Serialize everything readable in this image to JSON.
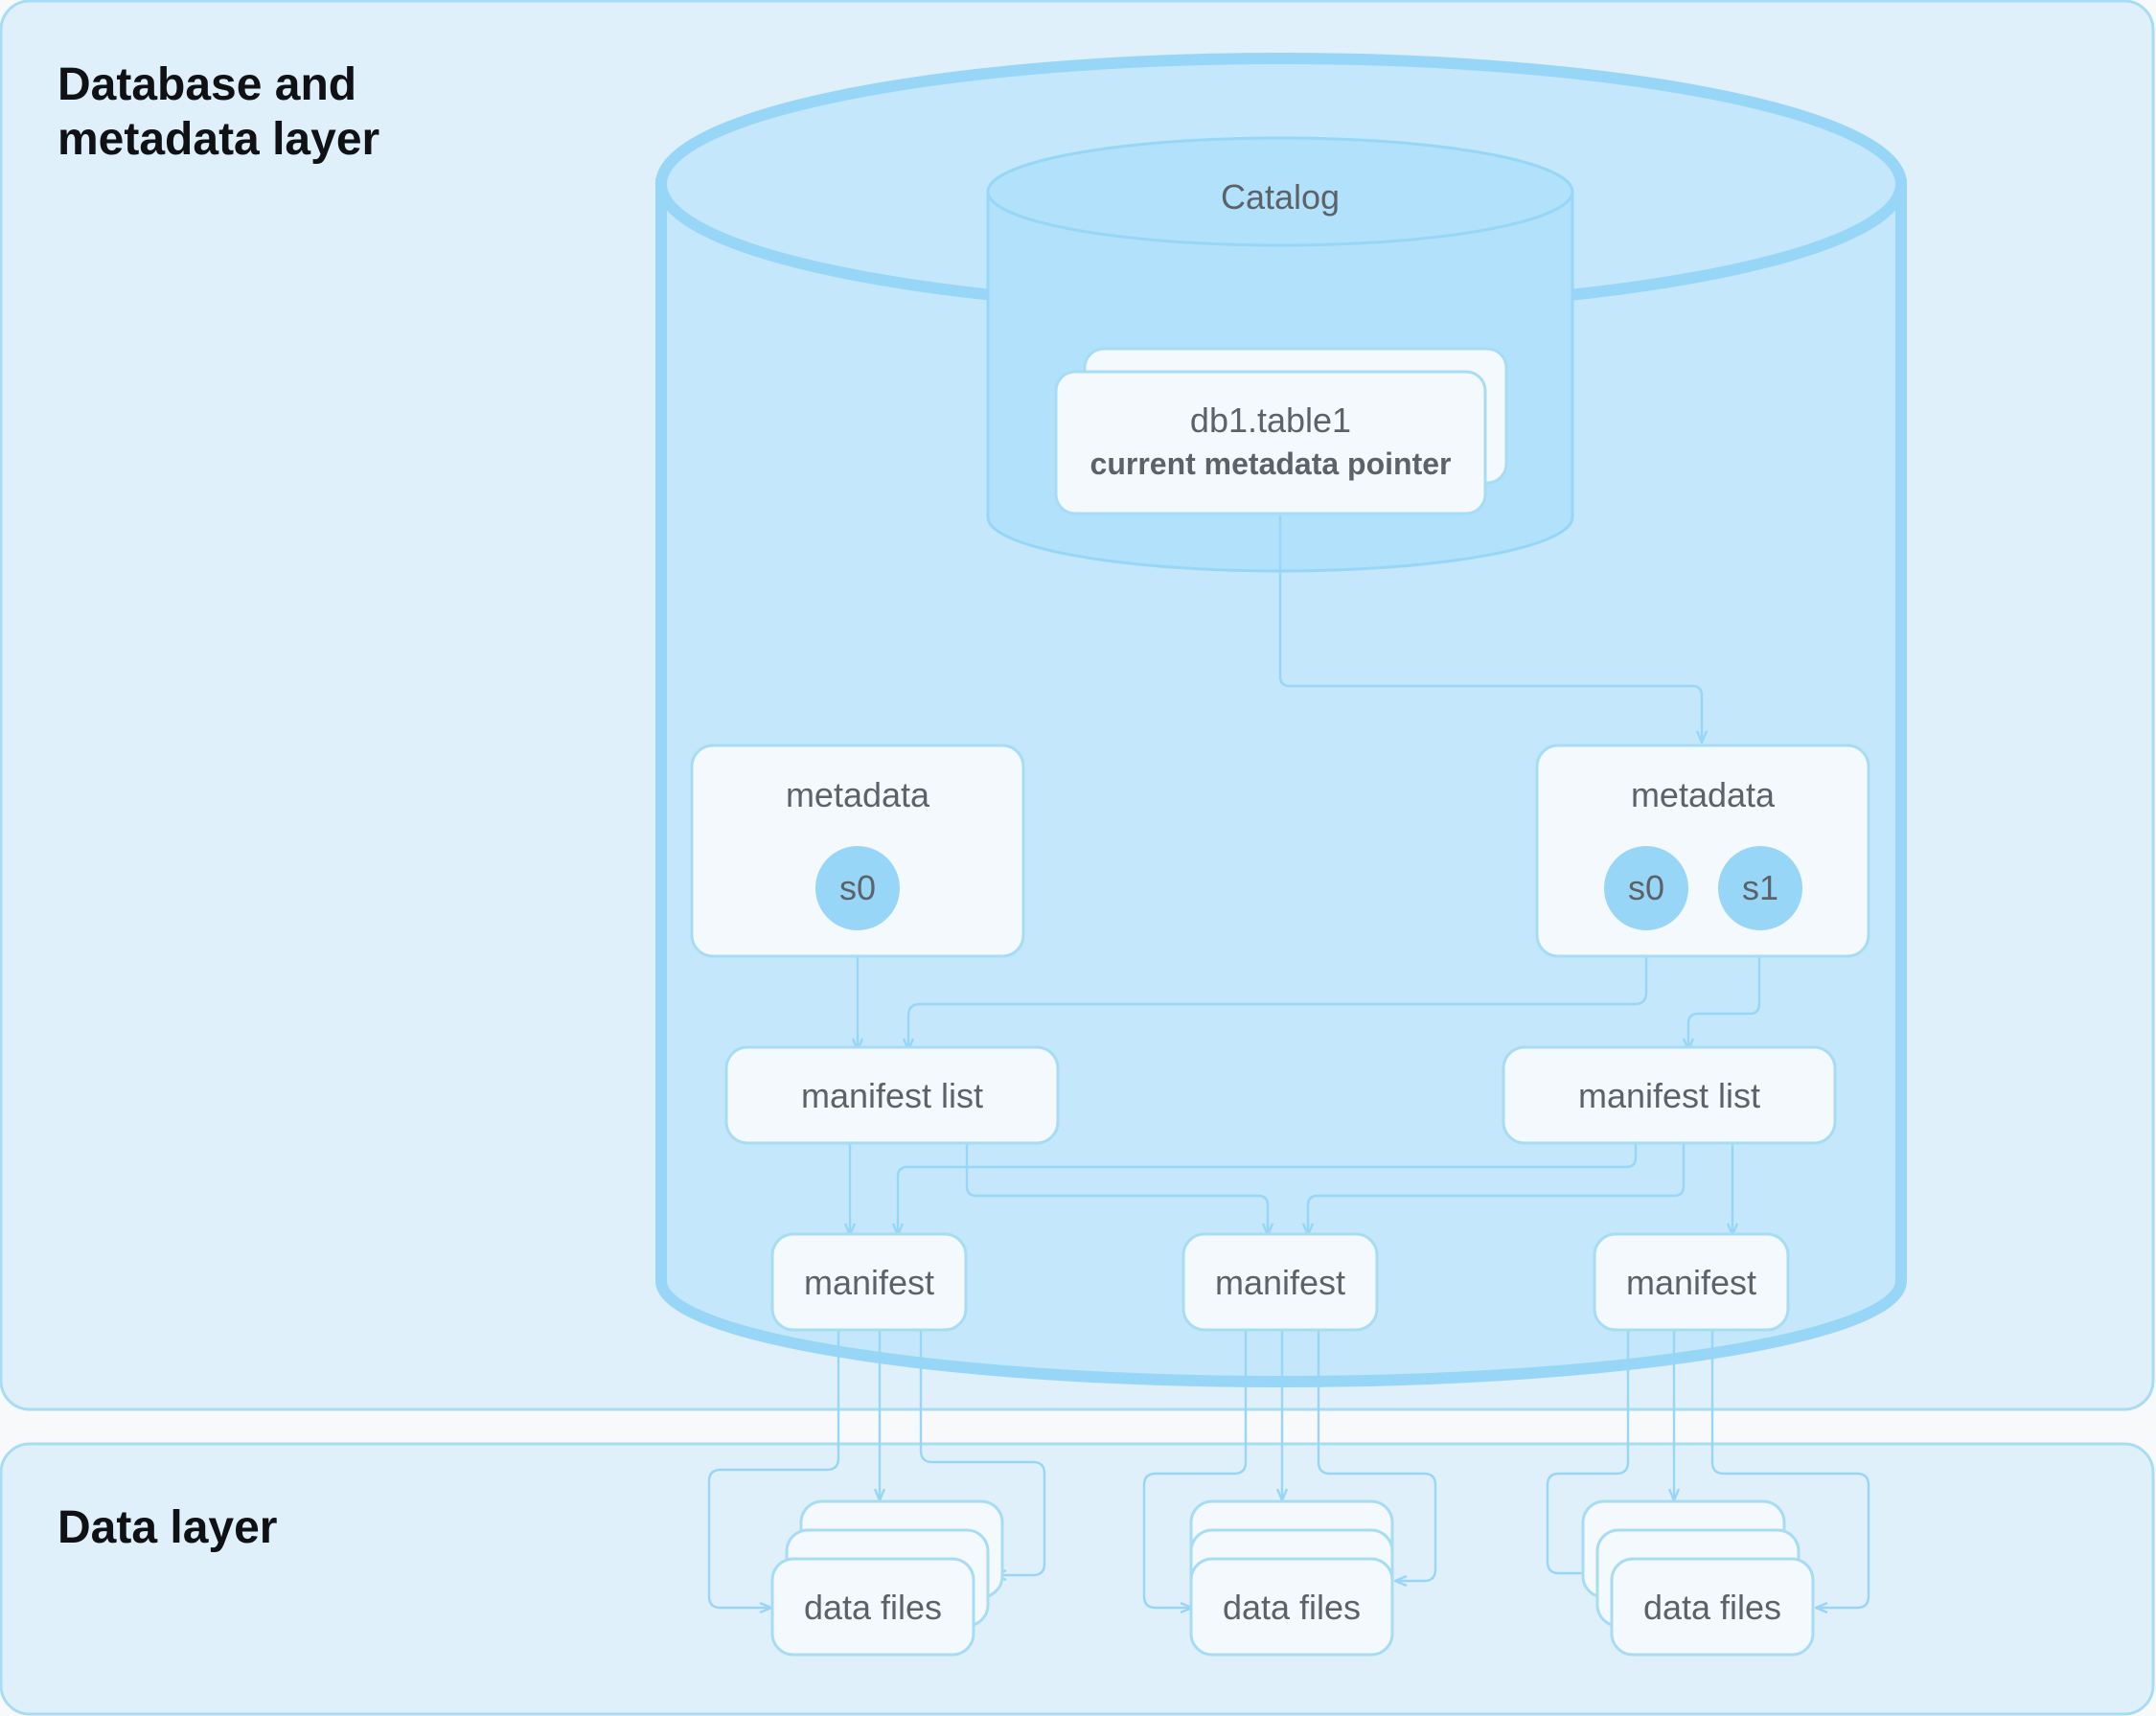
{
  "layers": {
    "metadata_layer_title": "Database and\nmetadata layer",
    "data_layer_title": "Data layer"
  },
  "catalog": {
    "title": "Catalog",
    "table_name": "db1.table1",
    "pointer_label": "current metadata pointer"
  },
  "metadata": [
    {
      "label": "metadata",
      "snapshots": [
        "s0"
      ]
    },
    {
      "label": "metadata",
      "snapshots": [
        "s0",
        "s1"
      ]
    }
  ],
  "manifest_lists": [
    "manifest list",
    "manifest list"
  ],
  "manifests": [
    "manifest",
    "manifest",
    "manifest"
  ],
  "data_files": [
    "data files",
    "data files",
    "data files"
  ],
  "colors": {
    "panel_fill": "#dff0fb",
    "panel_stroke": "#a7dcf5",
    "cylinder_fill": "#c4e7fb",
    "cylinder_stroke": "#98d6f7",
    "node_fill": "#f4f9fd",
    "snapshot_fill": "#98d6f7",
    "connector": "#98d6f7",
    "title_text": "#0f1115",
    "label_text": "#5d6269"
  }
}
